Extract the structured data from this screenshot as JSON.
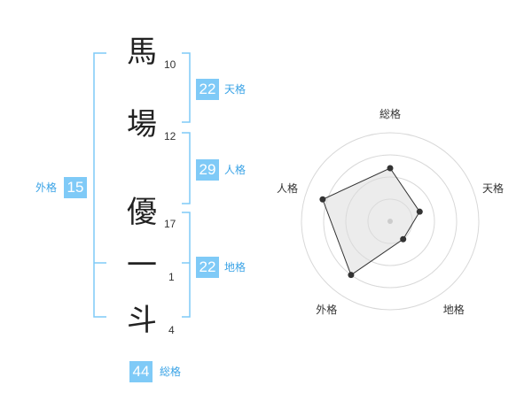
{
  "name": {
    "chars": [
      {
        "char": "馬",
        "strokes": "10"
      },
      {
        "char": "場",
        "strokes": "12"
      },
      {
        "char": "優",
        "strokes": "17"
      },
      {
        "char": "一",
        "strokes": "1"
      },
      {
        "char": "斗",
        "strokes": "4"
      }
    ]
  },
  "fortune": {
    "tenkaku": {
      "value": "22",
      "label": "天格"
    },
    "jinkaku": {
      "value": "29",
      "label": "人格"
    },
    "chikaku": {
      "value": "22",
      "label": "地格"
    },
    "gaikaku": {
      "value": "15",
      "label": "外格"
    },
    "soukaku": {
      "value": "44",
      "label": "総格"
    }
  },
  "colors": {
    "accent": "#7fcaf7",
    "accent_text": "#3aa3e6",
    "bracket": "#7fcaf7"
  },
  "chart_data": {
    "type": "radar",
    "axes": [
      "総格",
      "天格",
      "地格",
      "外格",
      "人格"
    ],
    "values": [
      0.6,
      0.35,
      0.25,
      0.75,
      0.8
    ],
    "rings": 4
  }
}
